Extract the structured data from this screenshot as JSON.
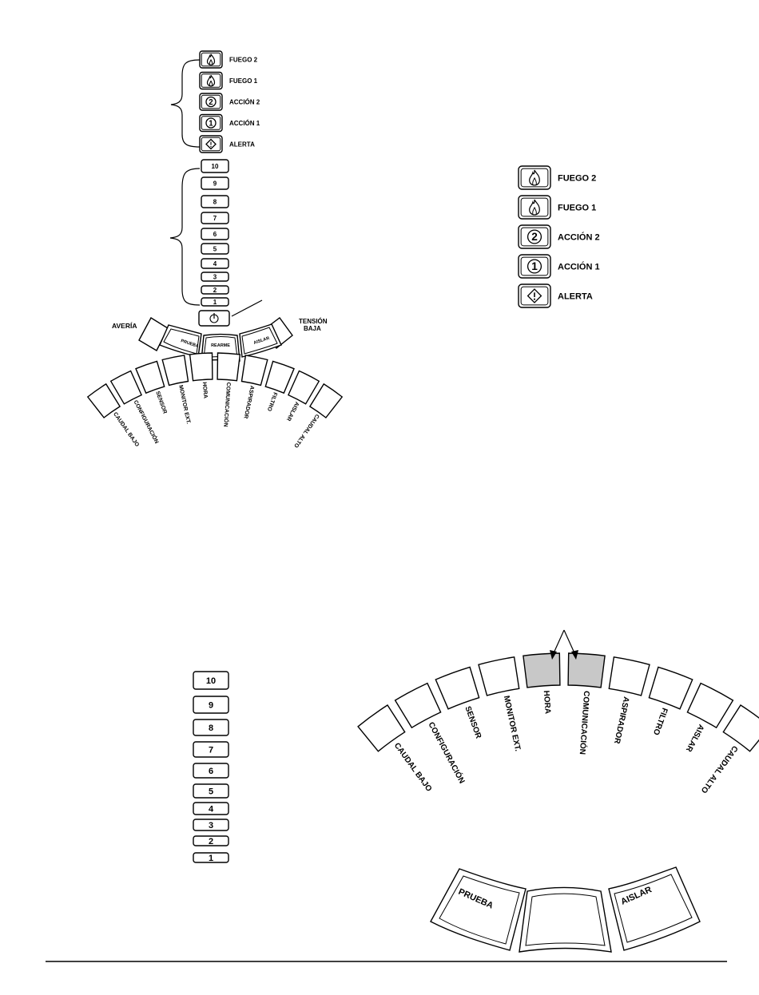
{
  "alarm_indicators": [
    {
      "label": "FUEGO  2",
      "icon": "flame-icon"
    },
    {
      "label": "FUEGO  1",
      "icon": "flame-icon"
    },
    {
      "label": "ACCIÓN  2",
      "icon": "circled-two-icon",
      "glyph": "2"
    },
    {
      "label": "ACCIÓN  1",
      "icon": "circled-one-icon",
      "glyph": "1"
    },
    {
      "label": "ALERTA",
      "icon": "alert-diamond-icon"
    }
  ],
  "bargraph_levels": [
    "10",
    "9",
    "8",
    "7",
    "6",
    "5",
    "4",
    "3",
    "2",
    "1"
  ],
  "fault_labels": [
    "CAUDAL  BAJO",
    "CONFIGURACIÓN",
    "SENSOR",
    "MONITOR  EXT.",
    "HORA",
    "COMUNICACIÓN",
    "ASPIRADOR",
    "FILTRO",
    "AISLAR",
    "CAUDAL  ALTO"
  ],
  "highlighted_faults": [
    "HORA",
    "COMUNICACIÓN"
  ],
  "side_labels": {
    "fault": "AVERÍA",
    "low_voltage_line1": "TENSIÓN",
    "low_voltage_line2": "BAJA"
  },
  "buttons": {
    "test": "PRUEBA",
    "reset": "REARME",
    "isolate": "AISLAR"
  },
  "power_icon": "power-icon",
  "colors": {
    "highlight_fill": "#c8c8c8",
    "line": "#000000"
  }
}
